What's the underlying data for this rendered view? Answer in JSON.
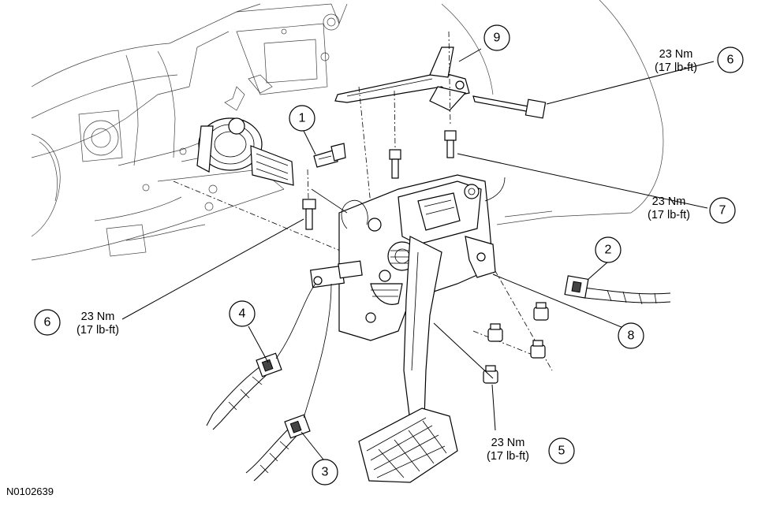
{
  "figure_id": "N0102639",
  "callouts": [
    {
      "number": "1"
    },
    {
      "number": "2"
    },
    {
      "number": "3"
    },
    {
      "number": "4"
    },
    {
      "number": "5"
    },
    {
      "number": "6"
    },
    {
      "number": "6"
    },
    {
      "number": "7"
    },
    {
      "number": "8"
    },
    {
      "number": "9"
    }
  ],
  "torque_specs": [
    {
      "metric": "23 Nm",
      "imperial": "(17 lb-ft)"
    },
    {
      "metric": "23 Nm",
      "imperial": "(17 lb-ft)"
    },
    {
      "metric": "23 Nm",
      "imperial": "(17 lb-ft)"
    },
    {
      "metric": "23 Nm",
      "imperial": "(17 lb-ft)"
    }
  ]
}
